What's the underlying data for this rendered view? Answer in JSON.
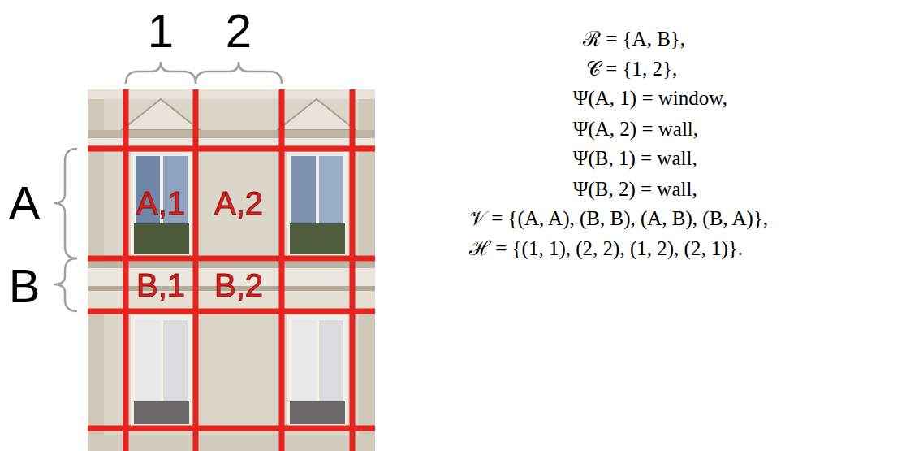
{
  "diagram": {
    "labels": [
      "1",
      "2",
      "A",
      "B",
      "A,1",
      "A,2",
      "B,1",
      "B,2",
      "ℛ = {A, B},",
      "𝒞 = {1, 2},",
      "Ψ(A, 1) = window,",
      "Ψ(A, 2) = wall,",
      "Ψ(B, 1) = wall,",
      "Ψ(B, 2) = wall,",
      "𝒱 = {(A, A), (B, B), (A, B), (B, A)},",
      "ℋ = {(1, 1), (2, 2), (1, 2), (2, 1)}."
    ]
  }
}
